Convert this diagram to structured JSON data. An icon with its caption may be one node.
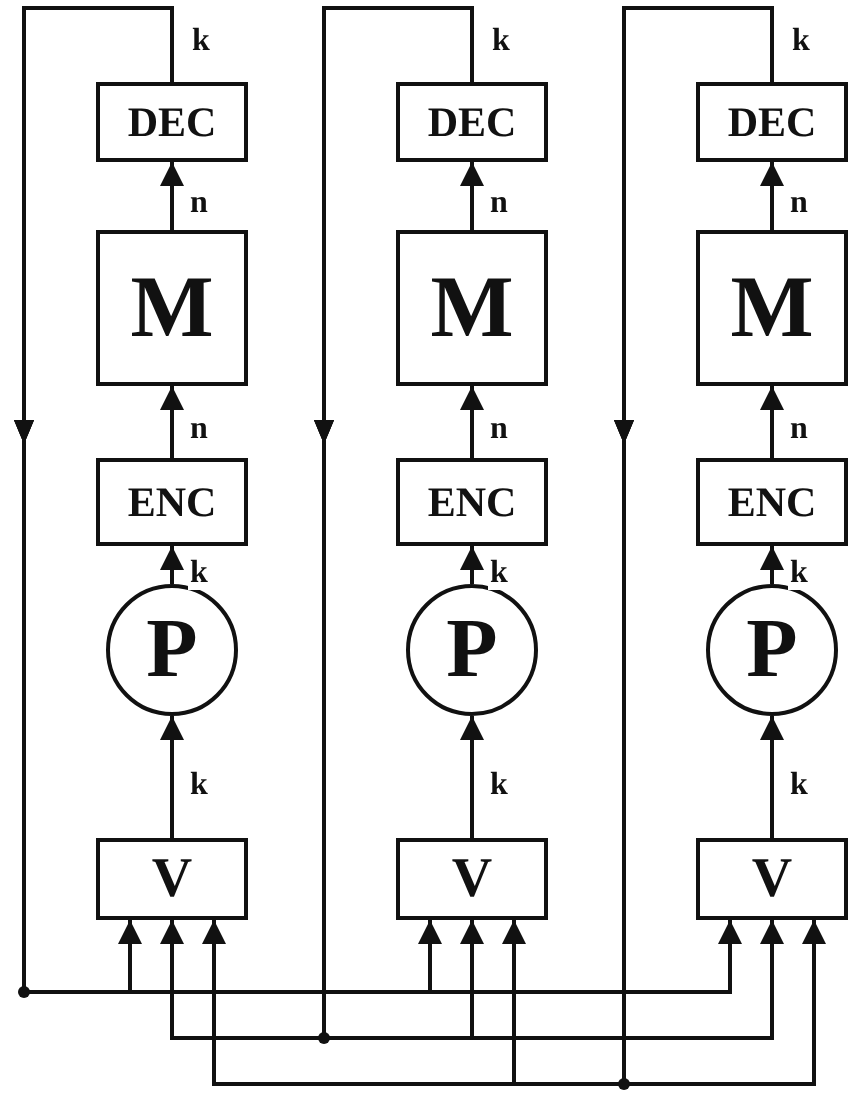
{
  "diagram": {
    "nodes": [
      {
        "text": [
          "DEC"
        ]
      },
      {
        "text": [
          "DEC"
        ]
      },
      {
        "text": [
          "DEC"
        ]
      },
      {
        "text": [
          "M"
        ]
      },
      {
        "text": [
          "M"
        ]
      },
      {
        "text": [
          "M"
        ]
      },
      {
        "text": [
          "ENC"
        ]
      },
      {
        "text": [
          "ENC"
        ]
      },
      {
        "text": [
          "ENC"
        ]
      },
      {
        "text": [
          "P"
        ]
      },
      {
        "text": [
          "P"
        ]
      },
      {
        "text": [
          "P"
        ]
      },
      {
        "text": [
          "V"
        ]
      },
      {
        "text": [
          "V"
        ]
      },
      {
        "text": [
          "V"
        ]
      }
    ],
    "edges": [
      {
        "from": 12,
        "to": 9,
        "arrow": "to",
        "label": "k"
      },
      {
        "from": 9,
        "to": 6,
        "arrow": "to",
        "label": "k"
      },
      {
        "from": 6,
        "to": 3,
        "arrow": "to",
        "label": "n"
      },
      {
        "from": 3,
        "to": 0,
        "arrow": "to",
        "label": "n"
      },
      {
        "from": 13,
        "to": 10,
        "arrow": "to",
        "label": "k"
      },
      {
        "from": 10,
        "to": 7,
        "arrow": "to",
        "label": "k"
      },
      {
        "from": 7,
        "to": 4,
        "arrow": "to",
        "label": "n"
      },
      {
        "from": 4,
        "to": 1,
        "arrow": "to",
        "label": "n"
      },
      {
        "from": 14,
        "to": 11,
        "arrow": "to",
        "label": "k"
      },
      {
        "from": 11,
        "to": 8,
        "arrow": "to",
        "label": "k"
      },
      {
        "from": 8,
        "to": 5,
        "arrow": "to",
        "label": "n"
      },
      {
        "from": 5,
        "to": 2,
        "arrow": "to",
        "label": "n"
      },
      {
        "from": 0,
        "to": 12,
        "arrow": "to",
        "label": "k"
      },
      {
        "from": 0,
        "to": 13,
        "arrow": "to"
      },
      {
        "from": 0,
        "to": 14,
        "arrow": "to"
      },
      {
        "from": 1,
        "to": 12,
        "arrow": "to"
      },
      {
        "from": 1,
        "to": 13,
        "arrow": "to",
        "label": "k"
      },
      {
        "from": 1,
        "to": 14,
        "arrow": "to"
      },
      {
        "from": 2,
        "to": 12,
        "arrow": "to"
      },
      {
        "from": 2,
        "to": 13,
        "arrow": "to"
      },
      {
        "from": 2,
        "to": 14,
        "arrow": "to",
        "label": "k"
      }
    ]
  }
}
